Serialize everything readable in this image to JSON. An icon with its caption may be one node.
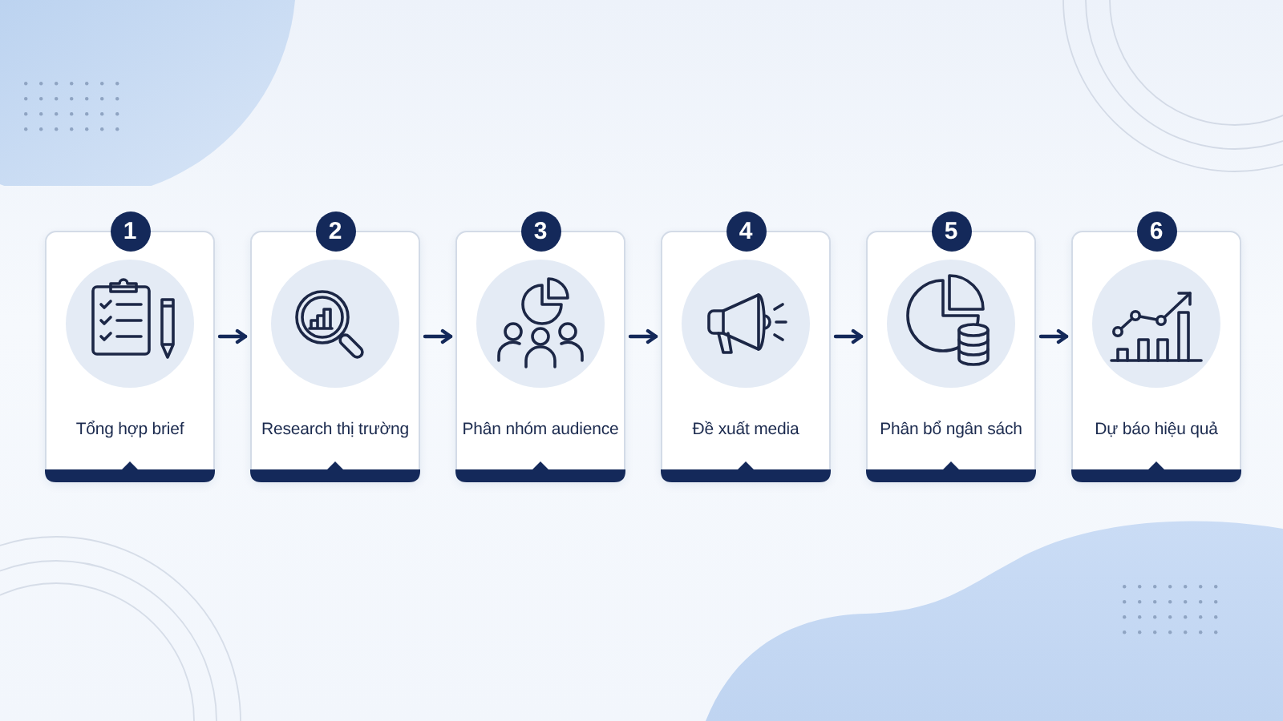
{
  "diagram": {
    "nodes": [
      {
        "text": [
          "1",
          "Tổng hợp brief"
        ]
      },
      {
        "text": [
          "2",
          "Research thị trường"
        ]
      },
      {
        "text": [
          "3",
          "Phân nhóm audience"
        ]
      },
      {
        "text": [
          "4",
          "Đề xuất media"
        ]
      },
      {
        "text": [
          "5",
          "Phân bổ ngân sách"
        ]
      },
      {
        "text": [
          "6",
          "Dự báo hiệu quả"
        ]
      }
    ],
    "edges": [
      {
        "from": 0,
        "to": 1,
        "arrow": "to"
      },
      {
        "from": 1,
        "to": 2,
        "arrow": "to"
      },
      {
        "from": 2,
        "to": 3,
        "arrow": "to"
      },
      {
        "from": 3,
        "to": 4,
        "arrow": "to"
      },
      {
        "from": 4,
        "to": 5,
        "arrow": "to"
      }
    ]
  }
}
